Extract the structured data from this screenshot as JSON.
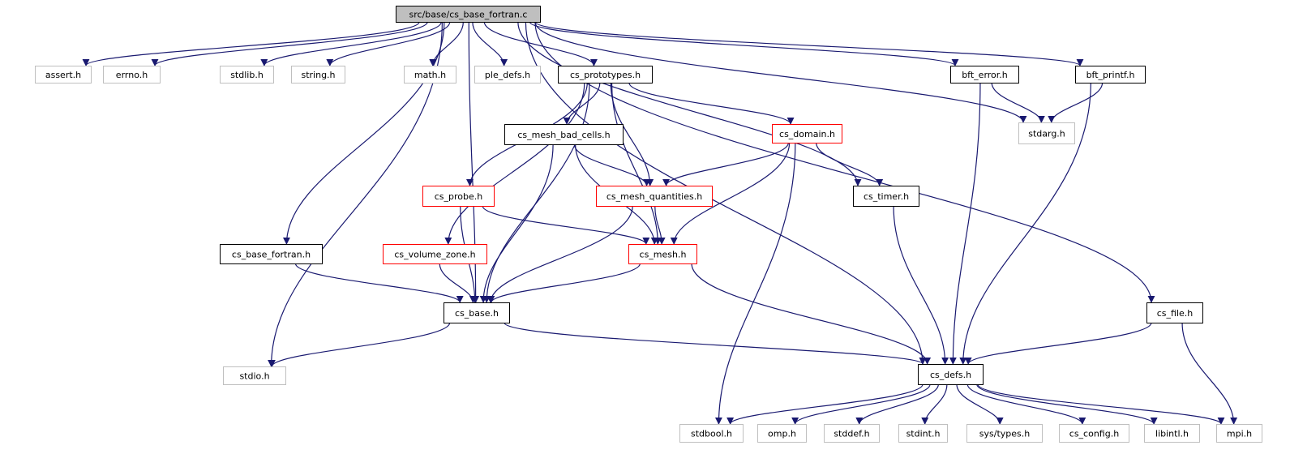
{
  "graph": {
    "edge_color": "#191970",
    "nodes": [
      {
        "id": "root",
        "label": "src/base/cs_base_fortran.c",
        "kind": "root"
      },
      {
        "id": "assert",
        "label": "assert.h",
        "kind": "external"
      },
      {
        "id": "errno",
        "label": "errno.h",
        "kind": "external"
      },
      {
        "id": "stdlib",
        "label": "stdlib.h",
        "kind": "external"
      },
      {
        "id": "string",
        "label": "string.h",
        "kind": "external"
      },
      {
        "id": "math",
        "label": "math.h",
        "kind": "external"
      },
      {
        "id": "ple_defs",
        "label": "ple_defs.h",
        "kind": "external"
      },
      {
        "id": "cs_prototypes",
        "label": "cs_prototypes.h",
        "kind": "normal"
      },
      {
        "id": "bft_error",
        "label": "bft_error.h",
        "kind": "normal"
      },
      {
        "id": "bft_printf",
        "label": "bft_printf.h",
        "kind": "normal"
      },
      {
        "id": "cs_mesh_bad_cells",
        "label": "cs_mesh_bad_cells.h",
        "kind": "normal"
      },
      {
        "id": "cs_domain",
        "label": "cs_domain.h",
        "kind": "truncated"
      },
      {
        "id": "stdarg",
        "label": "stdarg.h",
        "kind": "external"
      },
      {
        "id": "cs_probe",
        "label": "cs_probe.h",
        "kind": "truncated"
      },
      {
        "id": "cs_mesh_quantities",
        "label": "cs_mesh_quantities.h",
        "kind": "truncated"
      },
      {
        "id": "cs_timer",
        "label": "cs_timer.h",
        "kind": "normal"
      },
      {
        "id": "cs_base_fortran",
        "label": "cs_base_fortran.h",
        "kind": "normal"
      },
      {
        "id": "cs_volume_zone",
        "label": "cs_volume_zone.h",
        "kind": "truncated"
      },
      {
        "id": "cs_mesh",
        "label": "cs_mesh.h",
        "kind": "truncated"
      },
      {
        "id": "cs_base",
        "label": "cs_base.h",
        "kind": "normal"
      },
      {
        "id": "cs_file",
        "label": "cs_file.h",
        "kind": "normal"
      },
      {
        "id": "stdio",
        "label": "stdio.h",
        "kind": "external"
      },
      {
        "id": "cs_defs",
        "label": "cs_defs.h",
        "kind": "normal"
      },
      {
        "id": "stdbool",
        "label": "stdbool.h",
        "kind": "external"
      },
      {
        "id": "omp",
        "label": "omp.h",
        "kind": "external"
      },
      {
        "id": "stddef",
        "label": "stddef.h",
        "kind": "external"
      },
      {
        "id": "stdint",
        "label": "stdint.h",
        "kind": "external"
      },
      {
        "id": "sys_types",
        "label": "sys/types.h",
        "kind": "external"
      },
      {
        "id": "cs_config",
        "label": "cs_config.h",
        "kind": "external"
      },
      {
        "id": "libintl",
        "label": "libintl.h",
        "kind": "external"
      },
      {
        "id": "mpi",
        "label": "mpi.h",
        "kind": "external"
      }
    ],
    "edges": [
      [
        "root",
        "assert"
      ],
      [
        "root",
        "errno"
      ],
      [
        "root",
        "stdlib"
      ],
      [
        "root",
        "string"
      ],
      [
        "root",
        "math"
      ],
      [
        "root",
        "ple_defs"
      ],
      [
        "root",
        "cs_prototypes"
      ],
      [
        "root",
        "bft_error"
      ],
      [
        "root",
        "bft_printf"
      ],
      [
        "root",
        "stdarg"
      ],
      [
        "root",
        "cs_timer"
      ],
      [
        "root",
        "cs_defs"
      ],
      [
        "root",
        "cs_file"
      ],
      [
        "root",
        "cs_base_fortran"
      ],
      [
        "root",
        "cs_base"
      ],
      [
        "root",
        "stdio"
      ],
      [
        "cs_prototypes",
        "cs_mesh_bad_cells"
      ],
      [
        "cs_prototypes",
        "cs_domain"
      ],
      [
        "cs_prototypes",
        "cs_probe"
      ],
      [
        "cs_prototypes",
        "cs_mesh_quantities"
      ],
      [
        "cs_prototypes",
        "cs_volume_zone"
      ],
      [
        "cs_prototypes",
        "cs_mesh"
      ],
      [
        "cs_prototypes",
        "cs_base"
      ],
      [
        "bft_error",
        "stdarg"
      ],
      [
        "bft_error",
        "cs_defs"
      ],
      [
        "bft_printf",
        "stdarg"
      ],
      [
        "bft_printf",
        "cs_defs"
      ],
      [
        "cs_mesh_bad_cells",
        "cs_mesh_quantities"
      ],
      [
        "cs_mesh_bad_cells",
        "cs_mesh"
      ],
      [
        "cs_mesh_bad_cells",
        "cs_base"
      ],
      [
        "cs_domain",
        "cs_mesh_quantities"
      ],
      [
        "cs_domain",
        "cs_timer"
      ],
      [
        "cs_domain",
        "cs_mesh"
      ],
      [
        "cs_domain",
        "stdbool"
      ],
      [
        "cs_probe",
        "cs_mesh"
      ],
      [
        "cs_probe",
        "cs_base"
      ],
      [
        "cs_mesh_quantities",
        "cs_mesh"
      ],
      [
        "cs_mesh_quantities",
        "cs_base"
      ],
      [
        "cs_timer",
        "cs_defs"
      ],
      [
        "cs_base_fortran",
        "cs_base"
      ],
      [
        "cs_volume_zone",
        "cs_base"
      ],
      [
        "cs_mesh",
        "cs_base"
      ],
      [
        "cs_mesh",
        "cs_defs"
      ],
      [
        "cs_base",
        "stdio"
      ],
      [
        "cs_base",
        "cs_defs"
      ],
      [
        "cs_file",
        "cs_defs"
      ],
      [
        "cs_file",
        "mpi"
      ],
      [
        "cs_defs",
        "stdbool"
      ],
      [
        "cs_defs",
        "omp"
      ],
      [
        "cs_defs",
        "stddef"
      ],
      [
        "cs_defs",
        "stdint"
      ],
      [
        "cs_defs",
        "sys_types"
      ],
      [
        "cs_defs",
        "cs_config"
      ],
      [
        "cs_defs",
        "libintl"
      ],
      [
        "cs_defs",
        "mpi"
      ]
    ]
  }
}
